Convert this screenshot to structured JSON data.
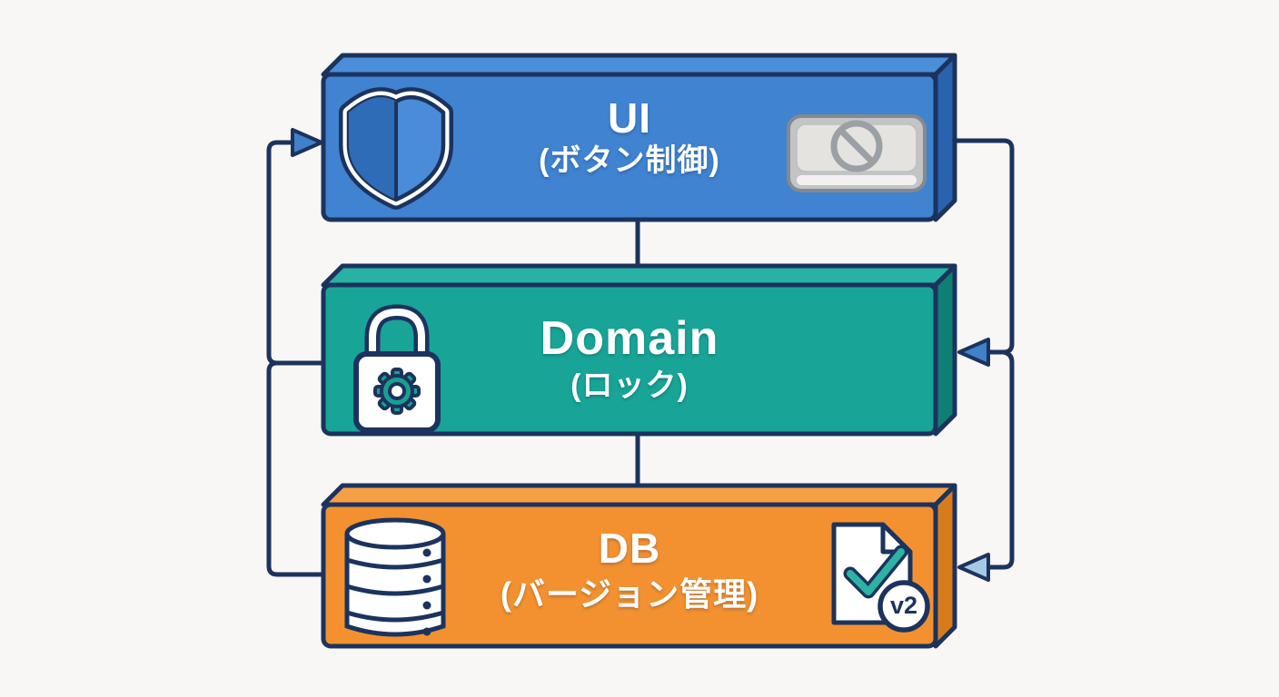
{
  "diagram": {
    "type": "layer-architecture-flow",
    "background": "#f8f7f5",
    "outline_color": "#1c335e",
    "boxes": [
      {
        "id": "ui-layer",
        "title": "UI",
        "subtitle": "(ボタン制御)",
        "fill": "#3f83d1",
        "fill_top": "#4b8ed9",
        "fill_side": "#2a63ad",
        "icons": [
          "shield-icon",
          "disabled-button-icon"
        ]
      },
      {
        "id": "domain-layer",
        "title": "Domain",
        "subtitle": "(ロック)",
        "fill": "#18a597",
        "fill_top": "#27b2a4",
        "fill_side": "#0e7f72",
        "icons": [
          "lock-gear-icon"
        ]
      },
      {
        "id": "db-layer",
        "title": "DB",
        "subtitle": "(バージョン管理)",
        "fill": "#f39130",
        "fill_top": "#f6a044",
        "fill_side": "#d87c1b",
        "icons": [
          "database-icon",
          "document-check-icon"
        ]
      }
    ],
    "badge_label": "v2",
    "arrow_fill": "#3f82c8",
    "arrow_fill_light": "#a6c9e6",
    "edges": [
      {
        "from": "ui-layer",
        "to": "domain-layer",
        "route": "center",
        "arrow": false
      },
      {
        "from": "domain-layer",
        "to": "db-layer",
        "route": "center",
        "arrow": false
      },
      {
        "from": "domain-layer",
        "to": "ui-layer",
        "route": "left",
        "arrow": true
      },
      {
        "from": "domain-layer",
        "to": "db-layer",
        "route": "left",
        "arrow": false
      },
      {
        "from": "ui-layer",
        "to": "domain-layer",
        "route": "right",
        "arrow": true
      },
      {
        "from": "ui-layer",
        "to": "db-layer",
        "route": "right",
        "arrow": true
      }
    ]
  }
}
